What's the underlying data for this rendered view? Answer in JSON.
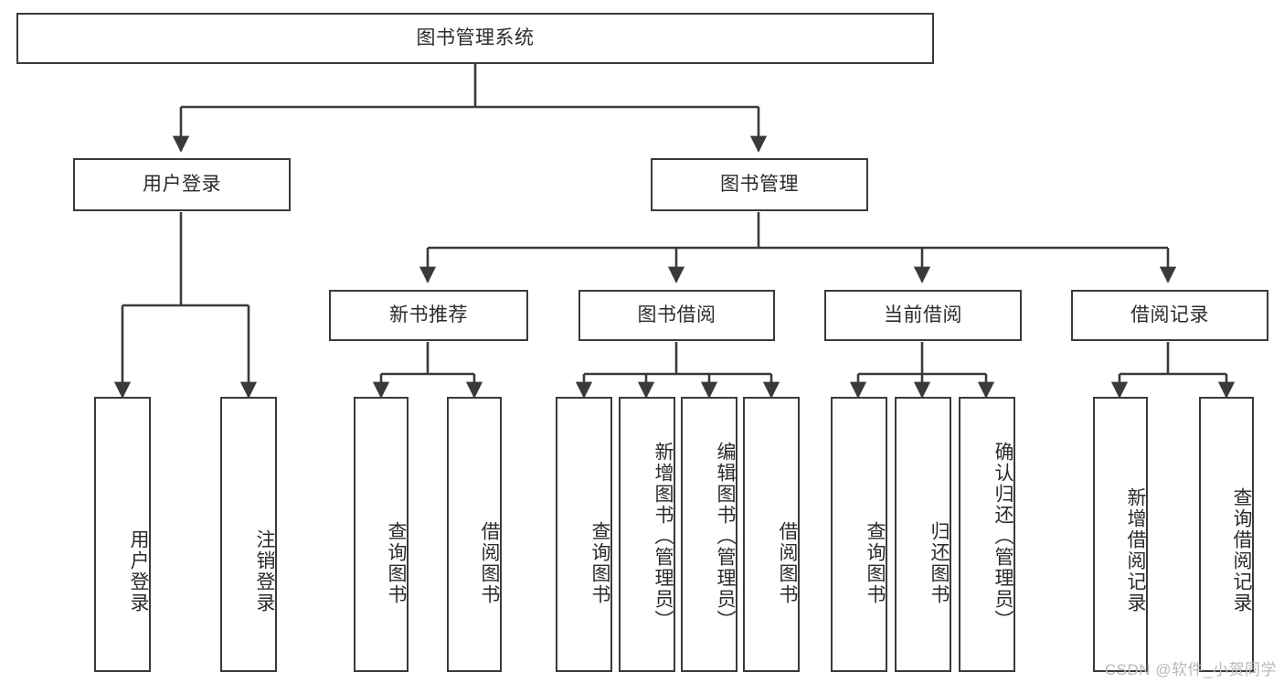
{
  "diagram": {
    "title": "图书管理系统",
    "type": "tree-hierarchy-chart",
    "root": {
      "label": "图书管理系统"
    },
    "level2": [
      {
        "label": "用户登录"
      },
      {
        "label": "图书管理"
      }
    ],
    "level3": [
      {
        "label": "新书推荐"
      },
      {
        "label": "图书借阅"
      },
      {
        "label": "当前借阅"
      },
      {
        "label": "借阅记录"
      }
    ],
    "leaves": {
      "user_login": [
        {
          "label": "用户登录"
        },
        {
          "label": "注销登录"
        }
      ],
      "new_book_recommend": [
        {
          "label": "查询图书"
        },
        {
          "label": "借阅图书"
        }
      ],
      "book_borrow": [
        {
          "label": "查询图书"
        },
        {
          "label": "新增图书（管理员）"
        },
        {
          "label": "编辑图书（管理员）"
        },
        {
          "label": "借阅图书"
        }
      ],
      "current_borrow": [
        {
          "label": "查询图书"
        },
        {
          "label": "归还图书"
        },
        {
          "label": "确认归还（管理员）"
        }
      ],
      "borrow_record": [
        {
          "label": "新增借阅记录"
        },
        {
          "label": "查询借阅记录"
        }
      ]
    },
    "watermark": "CSDN @软件_小贺同学",
    "colors": {
      "stroke": "#3a3a3a",
      "text": "#2b2b2b",
      "background": "#ffffff",
      "watermark": "#b9b9b9"
    }
  }
}
